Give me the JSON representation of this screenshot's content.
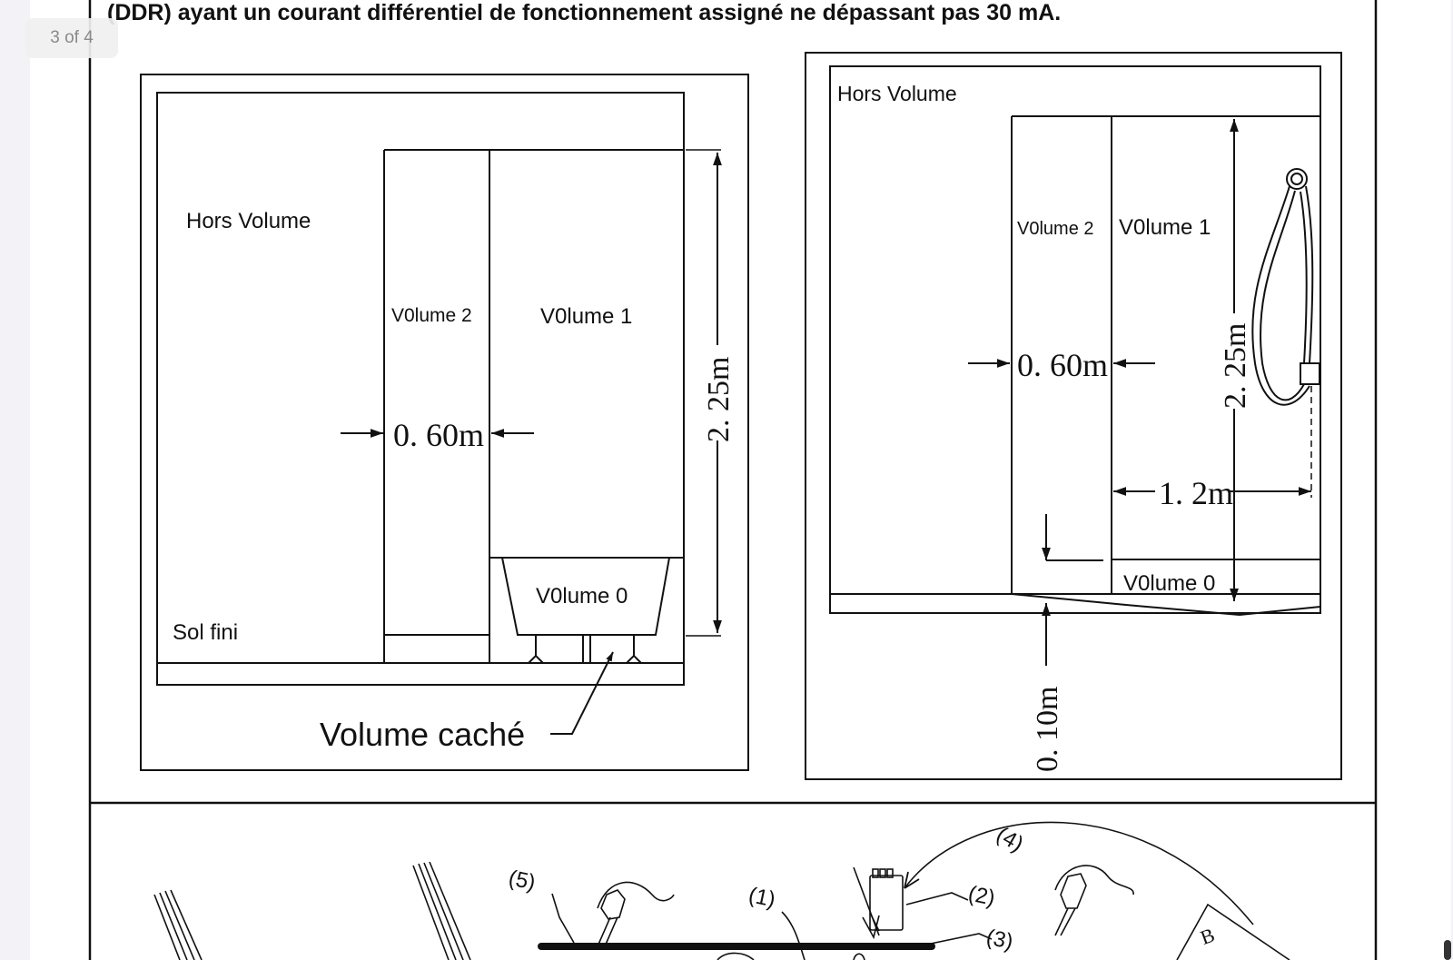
{
  "viewer": {
    "page_counter": "3 of 4"
  },
  "document": {
    "heading_line": "(DDR) ayant un courant différentiel de fonctionnement assigné ne dépassant pas 30 mA.",
    "left_diagram": {
      "hors_volume": "Hors Volume",
      "volume2": "V0lume 2",
      "volume1": "V0lume 1",
      "volume0": "V0lume 0",
      "width_dim": "0. 60m",
      "height_dim": "2. 25m",
      "floor_label": "Sol fini",
      "hidden_volume": "Volume caché"
    },
    "right_diagram": {
      "hors_volume": "Hors Volume",
      "volume2": "V0lume 2",
      "volume1": "V0lume 1",
      "volume0": "V0lume 0",
      "width_dim": "0. 60m",
      "height_dim": "2. 25m",
      "shower_dim": "1. 2m",
      "floor_dim": "0. 10m"
    },
    "install_figure": {
      "callout1": "(1)",
      "callout2": "(2)",
      "callout3": "(3)",
      "callout4": "(4)",
      "callout5": "(5)",
      "letter_b": "B"
    }
  },
  "colors": {
    "viewer_background": "#f2f2f7",
    "page_background": "#ffffff",
    "line_color": "#111111",
    "counter_text": "#8a8a8a"
  }
}
